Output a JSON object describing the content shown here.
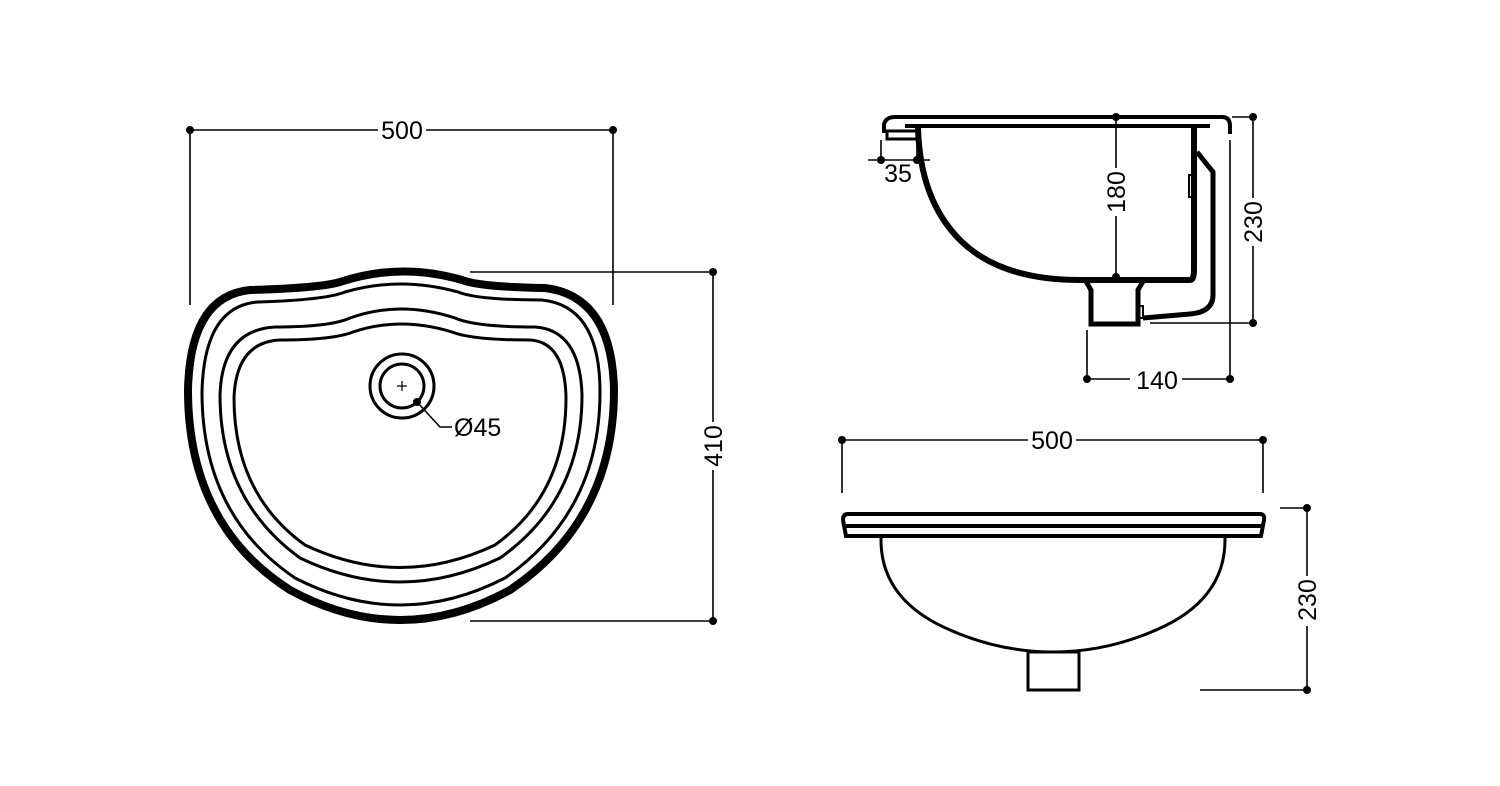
{
  "drawing": {
    "plan_view": {
      "width_label": "500",
      "depth_label": "410",
      "drain_diameter_label": "Ø45"
    },
    "side_section": {
      "rim_label": "35",
      "bowl_depth_label": "180",
      "total_height_label": "230",
      "drain_offset_label": "140"
    },
    "front_view": {
      "width_label": "500",
      "height_label": "230"
    },
    "line_color": "#000000",
    "background_color": "#ffffff"
  }
}
